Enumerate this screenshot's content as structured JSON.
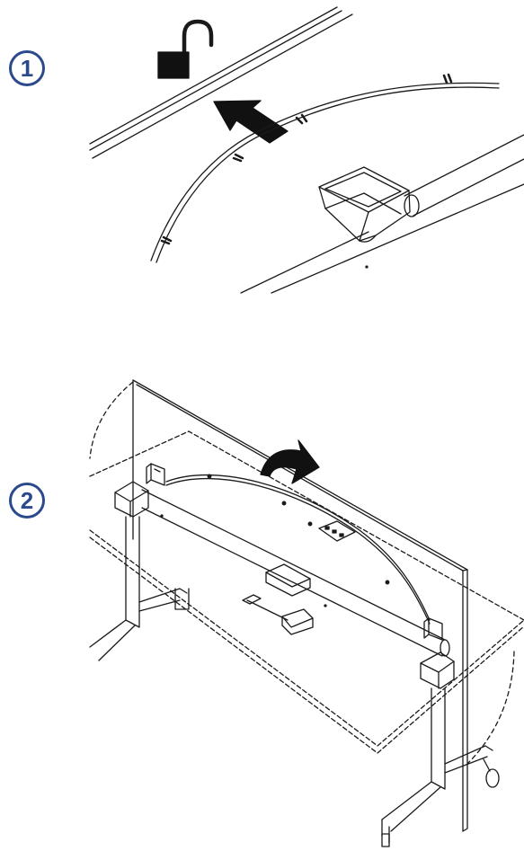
{
  "steps": [
    {
      "number": "1",
      "icon": "padlock-unlocked-icon",
      "action": "push-cable-arrow"
    },
    {
      "number": "2",
      "icon": "rotate-arrow-icon",
      "action": "fold-table-top"
    }
  ],
  "colors": {
    "badge": "#2a4a8c",
    "line": "#1a1a1a",
    "fill": "#111111"
  }
}
